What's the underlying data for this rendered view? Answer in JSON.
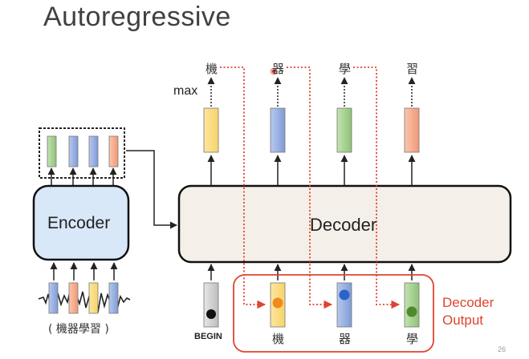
{
  "slide": {
    "title": "Autoregressive",
    "page_number": "26"
  },
  "encoder": {
    "label": "Encoder",
    "input_text": "( 機器學習 )"
  },
  "decoder": {
    "label": "Decoder",
    "max_label": "max",
    "top_outputs": [
      "機",
      "器",
      "學",
      "習"
    ],
    "begin_label": "BEGIN",
    "bottom_inputs": [
      "機",
      "器",
      "學"
    ],
    "output_annotation": "Decoder Output"
  },
  "colors": {
    "yellow": "#fde9a0",
    "blue": "#a9bde6",
    "green": "#b4d8a0",
    "orange": "#f7b797",
    "encoder_fill": "#dcecf9",
    "decoder_fill": "#f4eee6",
    "annotation_red": "#e0432f"
  }
}
